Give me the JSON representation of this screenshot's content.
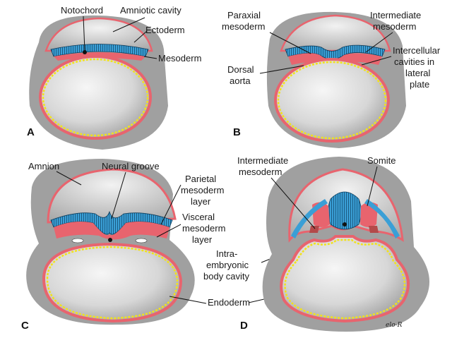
{
  "panels": {
    "a": {
      "letter": "A",
      "labels": {
        "notochord": "Notochord",
        "amniotic_cavity": "Amniotic cavity",
        "ectoderm": "Ectoderm",
        "mesoderm": "Mesoderm"
      }
    },
    "b": {
      "letter": "B",
      "labels": {
        "paraxial_1": "Paraxial",
        "paraxial_2": "mesoderm",
        "intermediate_1": "Intermediate",
        "intermediate_2": "mesoderm",
        "dorsal_1": "Dorsal",
        "dorsal_2": "aorta",
        "intercellular_1": "Intercellular",
        "intercellular_2": "cavities in",
        "intercellular_3": "lateral",
        "intercellular_4": "plate"
      }
    },
    "c": {
      "letter": "C",
      "labels": {
        "amnion": "Amnion",
        "neural_groove": "Neural groove",
        "parietal_1": "Parietal",
        "parietal_2": "mesoderm",
        "parietal_3": "layer",
        "visceral_1": "Visceral",
        "visceral_2": "mesoderm",
        "visceral_3": "layer",
        "intra_1": "Intra-",
        "intra_2": "embryonic",
        "intra_3": "body cavity",
        "endoderm": "Endoderm"
      }
    },
    "d": {
      "letter": "D",
      "labels": {
        "intermediate_1": "Intermediate",
        "intermediate_2": "mesoderm",
        "somite": "Somite"
      }
    }
  },
  "signature": "elo-R",
  "colors": {
    "ectoderm": "#3a9fd6",
    "mesoderm": "#e8646e",
    "endoderm_dots": "#f2e21a",
    "shadow": "#9a9a9a",
    "yolk": "#e2e2e2"
  }
}
